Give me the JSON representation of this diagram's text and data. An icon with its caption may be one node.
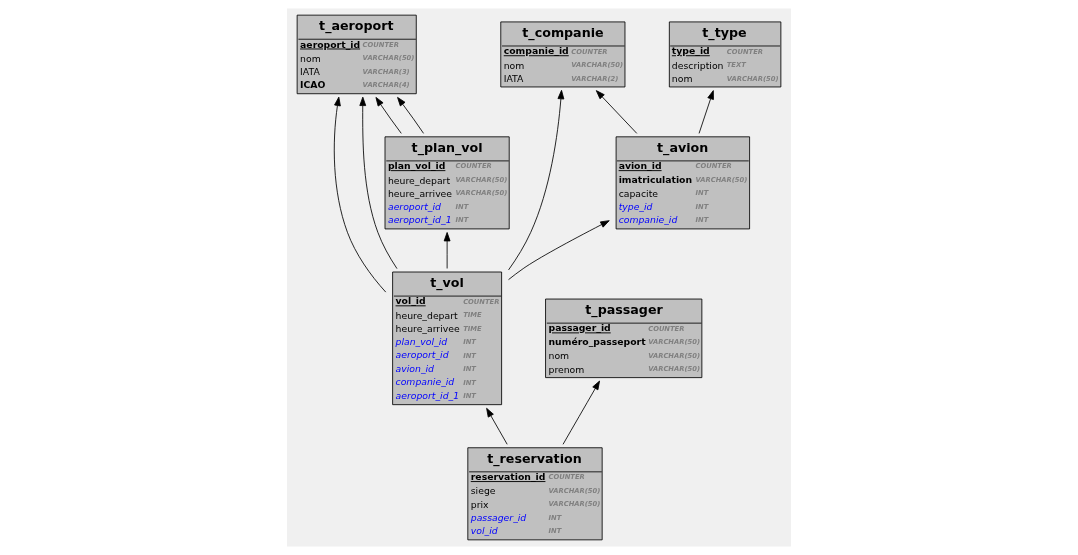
{
  "diagram": {
    "nodes": [
      {
        "text": [
          "t_aeroport",
          "aeroport_id",
          "COUNTER",
          "nom",
          "VARCHAR(50)",
          "IATA",
          "VARCHAR(3)",
          "ICAO",
          "VARCHAR(4)"
        ]
      },
      {
        "text": [
          "t_companie",
          "companie_id",
          "COUNTER",
          "nom",
          "VARCHAR(50)",
          "IATA",
          "VARCHAR(2)"
        ]
      },
      {
        "text": [
          "t_plan_vol",
          "plan_vol_id",
          "COUNTER",
          "heure_depart",
          "VARCHAR(50)",
          "heure_arrivee",
          "VARCHAR(50)",
          "aeroport_id",
          "INT",
          "aeroport_id_1",
          "INT"
        ]
      },
      {
        "text": [
          "t_vol",
          "vol_id",
          "COUNTER",
          "heure_depart",
          "TIME",
          "heure_arrivee",
          "TIME",
          "plan_vol_id",
          "INT",
          "aeroport_id",
          "INT",
          "avion_id",
          "INT",
          "companie_id",
          "INT",
          "aeroport_id_1",
          "INT"
        ]
      },
      {
        "text": [
          "t_type",
          "type_id",
          "COUNTER",
          "description",
          "TEXT",
          "nom",
          "VARCHAR(50)"
        ]
      },
      {
        "text": [
          "t_avion",
          "avion_id",
          "COUNTER",
          "imatriculation",
          "VARCHAR(50)",
          "capacite",
          "INT",
          "type_id",
          "INT",
          "companie_id",
          "INT"
        ]
      },
      {
        "text": [
          "t_reservation",
          "reservation_id",
          "COUNTER",
          "siege",
          "VARCHAR(50)",
          "prix",
          "VARCHAR(50)",
          "passager_id",
          "INT",
          "vol_id",
          "INT"
        ]
      },
      {
        "text": [
          "t_passager",
          "passager_id",
          "COUNTER",
          "numéro_passeport",
          "VARCHAR(50)",
          "nom",
          "VARCHAR(50)",
          "prenom",
          "VARCHAR(50)"
        ]
      }
    ],
    "edges": [
      {
        "from": 2,
        "to": 0,
        "arrow": "to"
      },
      {
        "from": 2,
        "to": 0,
        "arrow": "to"
      },
      {
        "from": 3,
        "to": 0,
        "arrow": "to"
      },
      {
        "from": 3,
        "to": 0,
        "arrow": "to"
      },
      {
        "from": 3,
        "to": 1,
        "arrow": "to"
      },
      {
        "from": 3,
        "to": 2,
        "arrow": "to"
      },
      {
        "from": 3,
        "to": 5,
        "arrow": "to"
      },
      {
        "from": 5,
        "to": 1,
        "arrow": "to"
      },
      {
        "from": 5,
        "to": 4,
        "arrow": "to"
      },
      {
        "from": 6,
        "to": 3,
        "arrow": "to"
      },
      {
        "from": 6,
        "to": 7,
        "arrow": "to"
      }
    ]
  }
}
